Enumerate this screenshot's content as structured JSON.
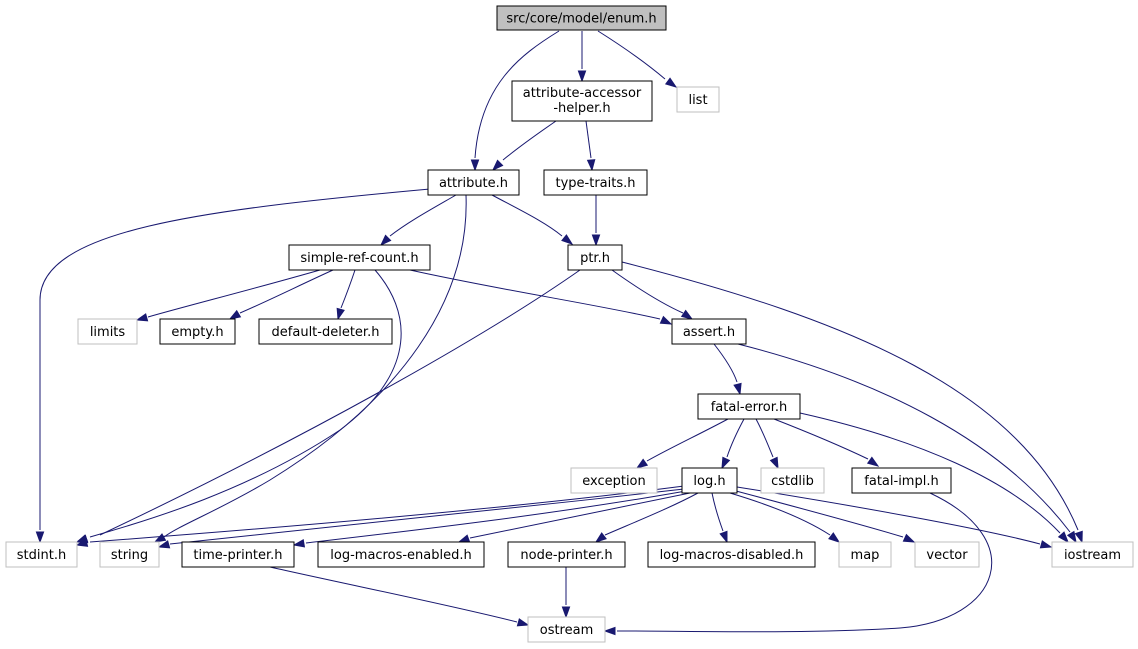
{
  "colors": {
    "edge": "#191970",
    "root_fill": "#bfbfbf",
    "node_fill": "#ffffff",
    "node_border": "#000000",
    "external_border": "#bfbfbf"
  },
  "nodes": [
    {
      "id": "enum_h",
      "label": "src/core/model/enum.h",
      "kind": "root"
    },
    {
      "id": "attribute_accessor_helper_h",
      "label_lines": [
        "attribute-accessor",
        "-helper.h"
      ],
      "kind": "local"
    },
    {
      "id": "list",
      "label": "list",
      "kind": "external"
    },
    {
      "id": "attribute_h",
      "label": "attribute.h",
      "kind": "local"
    },
    {
      "id": "type_traits_h",
      "label": "type-traits.h",
      "kind": "local"
    },
    {
      "id": "simple_ref_count_h",
      "label": "simple-ref-count.h",
      "kind": "local"
    },
    {
      "id": "ptr_h",
      "label": "ptr.h",
      "kind": "local"
    },
    {
      "id": "limits",
      "label": "limits",
      "kind": "external"
    },
    {
      "id": "empty_h",
      "label": "empty.h",
      "kind": "local"
    },
    {
      "id": "default_deleter_h",
      "label": "default-deleter.h",
      "kind": "local"
    },
    {
      "id": "assert_h",
      "label": "assert.h",
      "kind": "local"
    },
    {
      "id": "fatal_error_h",
      "label": "fatal-error.h",
      "kind": "local"
    },
    {
      "id": "exception",
      "label": "exception",
      "kind": "external"
    },
    {
      "id": "log_h",
      "label": "log.h",
      "kind": "local"
    },
    {
      "id": "cstdlib",
      "label": "cstdlib",
      "kind": "external"
    },
    {
      "id": "fatal_impl_h",
      "label": "fatal-impl.h",
      "kind": "local"
    },
    {
      "id": "stdint_h",
      "label": "stdint.h",
      "kind": "external"
    },
    {
      "id": "string",
      "label": "string",
      "kind": "external"
    },
    {
      "id": "time_printer_h",
      "label": "time-printer.h",
      "kind": "local"
    },
    {
      "id": "log_macros_enabled_h",
      "label": "log-macros-enabled.h",
      "kind": "local"
    },
    {
      "id": "node_printer_h",
      "label": "node-printer.h",
      "kind": "local"
    },
    {
      "id": "log_macros_disabled_h",
      "label": "log-macros-disabled.h",
      "kind": "local"
    },
    {
      "id": "map",
      "label": "map",
      "kind": "external"
    },
    {
      "id": "vector",
      "label": "vector",
      "kind": "external"
    },
    {
      "id": "iostream",
      "label": "iostream",
      "kind": "external"
    },
    {
      "id": "ostream",
      "label": "ostream",
      "kind": "external"
    }
  ],
  "edges": [
    {
      "from": "enum_h",
      "to": "attribute_h"
    },
    {
      "from": "enum_h",
      "to": "attribute_accessor_helper_h"
    },
    {
      "from": "enum_h",
      "to": "list"
    },
    {
      "from": "attribute_accessor_helper_h",
      "to": "attribute_h"
    },
    {
      "from": "attribute_accessor_helper_h",
      "to": "type_traits_h"
    },
    {
      "from": "attribute_h",
      "to": "stdint_h"
    },
    {
      "from": "attribute_h",
      "to": "simple_ref_count_h"
    },
    {
      "from": "attribute_h",
      "to": "ptr_h"
    },
    {
      "from": "attribute_h",
      "to": "string"
    },
    {
      "from": "type_traits_h",
      "to": "ptr_h"
    },
    {
      "from": "simple_ref_count_h",
      "to": "limits"
    },
    {
      "from": "simple_ref_count_h",
      "to": "empty_h"
    },
    {
      "from": "simple_ref_count_h",
      "to": "default_deleter_h"
    },
    {
      "from": "simple_ref_count_h",
      "to": "assert_h"
    },
    {
      "from": "simple_ref_count_h",
      "to": "stdint_h"
    },
    {
      "from": "ptr_h",
      "to": "stdint_h"
    },
    {
      "from": "ptr_h",
      "to": "assert_h"
    },
    {
      "from": "ptr_h",
      "to": "iostream"
    },
    {
      "from": "assert_h",
      "to": "fatal_error_h"
    },
    {
      "from": "assert_h",
      "to": "iostream"
    },
    {
      "from": "fatal_error_h",
      "to": "exception"
    },
    {
      "from": "fatal_error_h",
      "to": "log_h"
    },
    {
      "from": "fatal_error_h",
      "to": "cstdlib"
    },
    {
      "from": "fatal_error_h",
      "to": "fatal_impl_h"
    },
    {
      "from": "fatal_error_h",
      "to": "iostream"
    },
    {
      "from": "fatal_impl_h",
      "to": "ostream"
    },
    {
      "from": "log_h",
      "to": "stdint_h"
    },
    {
      "from": "log_h",
      "to": "string"
    },
    {
      "from": "log_h",
      "to": "time_printer_h"
    },
    {
      "from": "log_h",
      "to": "log_macros_enabled_h"
    },
    {
      "from": "log_h",
      "to": "node_printer_h"
    },
    {
      "from": "log_h",
      "to": "log_macros_disabled_h"
    },
    {
      "from": "log_h",
      "to": "map"
    },
    {
      "from": "log_h",
      "to": "vector"
    },
    {
      "from": "log_h",
      "to": "iostream"
    },
    {
      "from": "time_printer_h",
      "to": "ostream"
    },
    {
      "from": "node_printer_h",
      "to": "ostream"
    }
  ]
}
